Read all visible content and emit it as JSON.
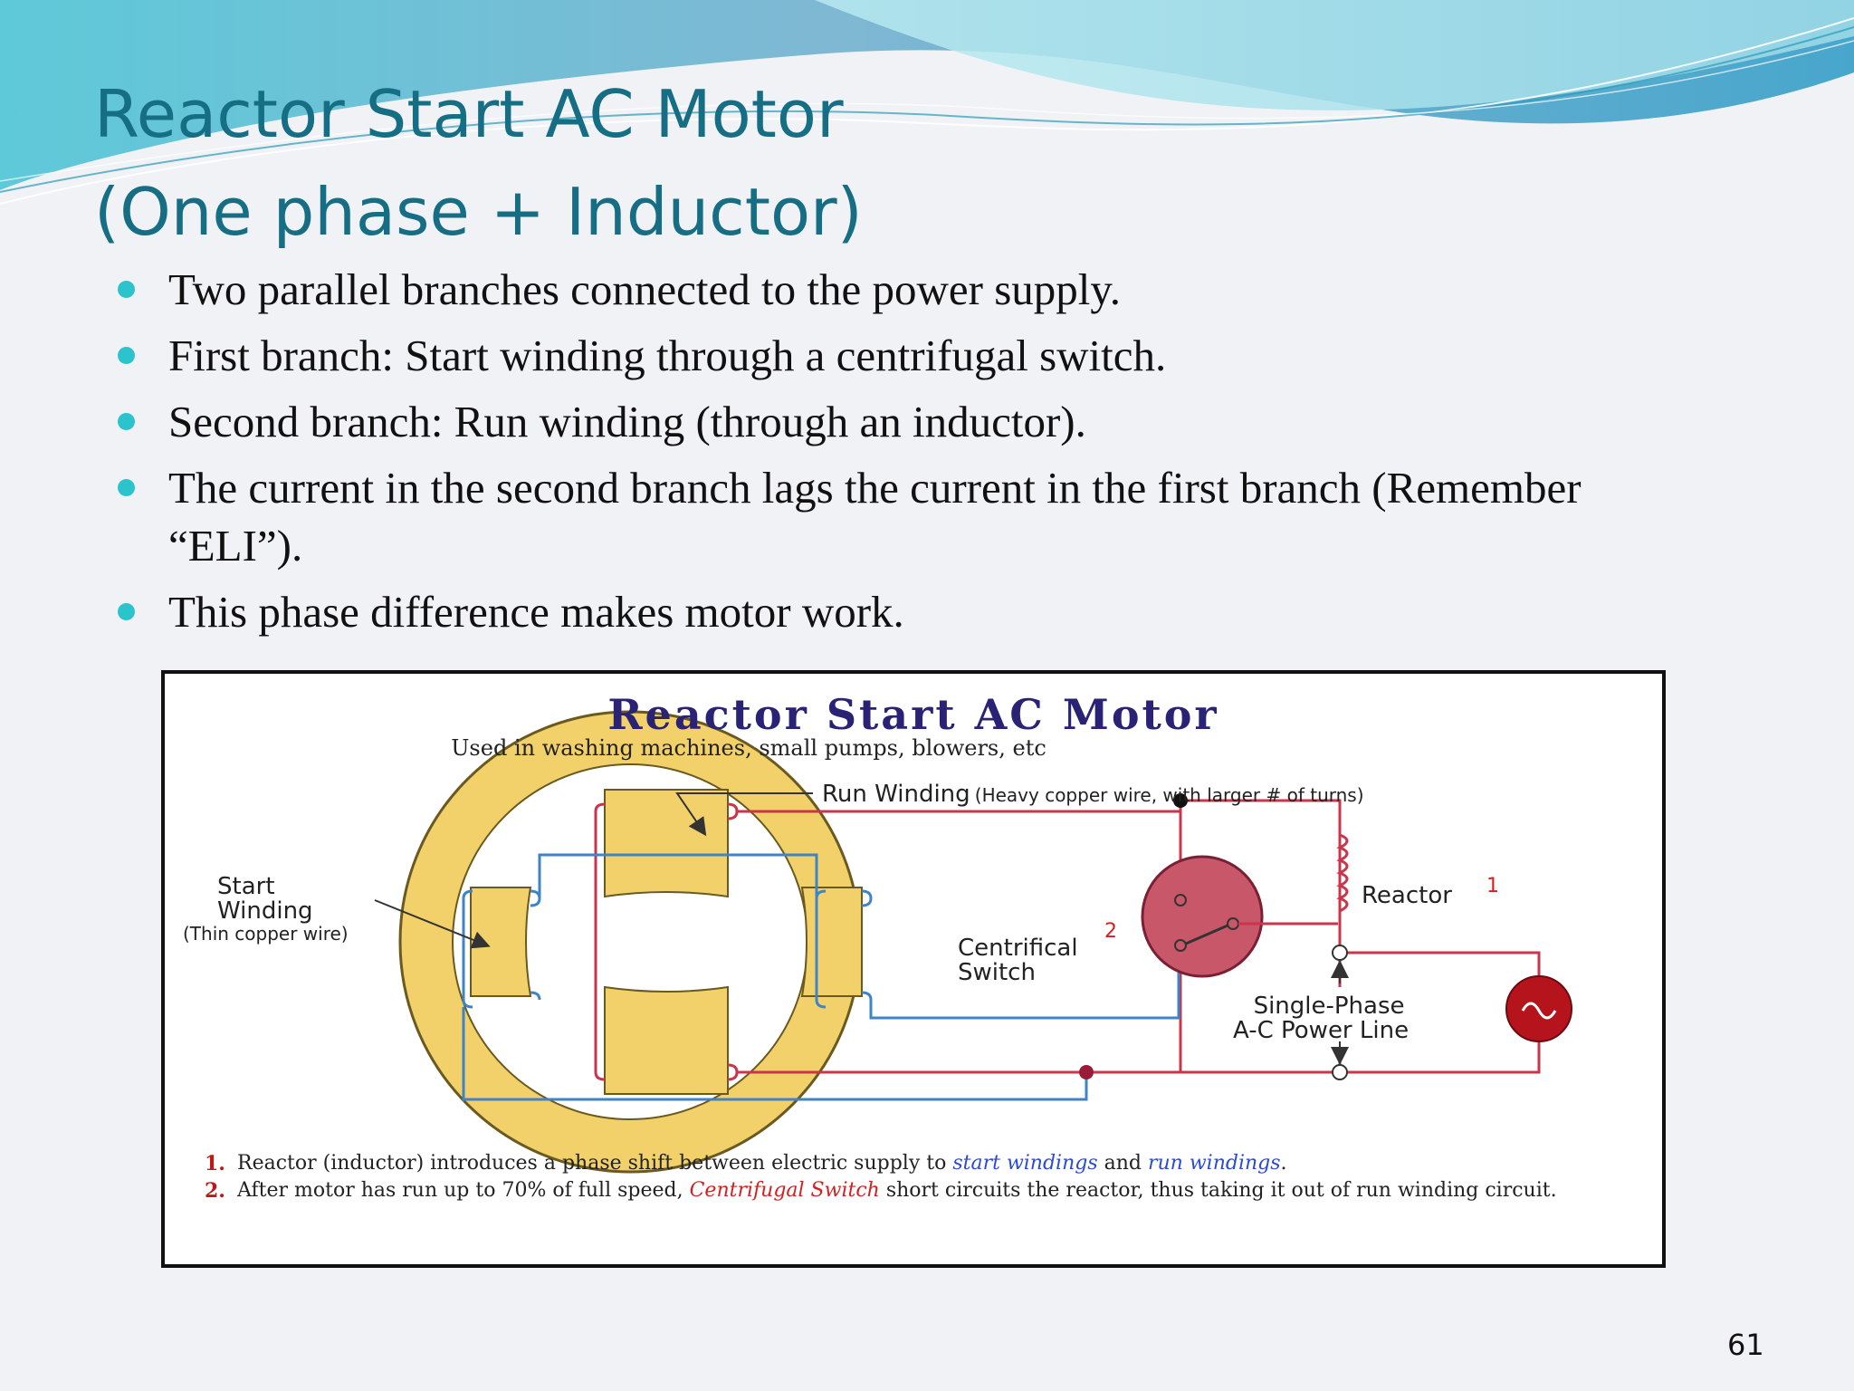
{
  "slide": {
    "title_line1": "Reactor Start AC Motor",
    "title_line2": "(One phase + Inductor)",
    "bullets": [
      "Two parallel branches connected to the power supply.",
      "First branch: Start winding through a centrifugal switch.",
      "Second branch: Run winding (through an inductor).",
      "The current in the second branch lags the current in the first branch (Remember “ELI”).",
      "This phase difference makes motor work."
    ],
    "page_number": "61"
  },
  "figure": {
    "title": "Reactor Start AC Motor",
    "subtitle": "Used in washing machines, small pumps, blowers, etc",
    "run_winding_label": "Run Winding",
    "run_winding_detail": "(Heavy copper wire, with larger # of turns)",
    "start_winding_line1": "Start",
    "start_winding_line2": "Winding",
    "start_winding_detail": "(Thin copper wire)",
    "reactor_label": "Reactor",
    "reactor_number": "1",
    "centrifugal_line1": "Centrifical",
    "centrifugal_line2": "Switch",
    "centrifugal_number": "2",
    "power_line1": "Single-Phase",
    "power_line2": "A-C Power Line",
    "notes": [
      {
        "num": "1.",
        "text_a": "Reactor (inductor) introduces a phase shift  between electric supply to ",
        "text_b": "start windings",
        "text_c": " and ",
        "text_d": "run windings",
        "text_e": "."
      },
      {
        "num": "2.",
        "text_a": "After motor has run up to 70% of full speed, ",
        "text_b": "Centrifugal Switch",
        "text_c": " short circuits the reactor, thus taking it out of run winding circuit."
      }
    ]
  },
  "colors": {
    "title": "#156e84",
    "bullet": "#2bc4cc",
    "stator_yellow": "#f2d16b",
    "wire_red": "#c9364b",
    "wire_blue": "#3f84c6",
    "switch_fill": "#c9576a",
    "source_fill": "#b5141c",
    "figure_title": "#2a2375"
  },
  "icons": {
    "bullet": "bullet-dot-icon",
    "ac_source": "ac-source-icon",
    "reactor": "inductor-coil-icon"
  }
}
